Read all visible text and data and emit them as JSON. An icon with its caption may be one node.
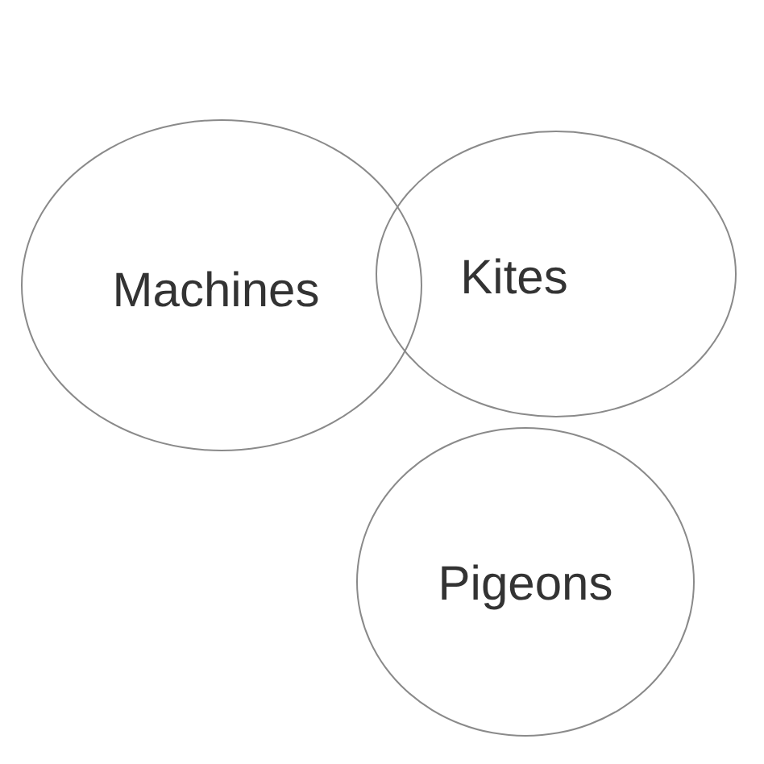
{
  "diagram": {
    "nodes": [
      {
        "text": [
          "Machines"
        ]
      },
      {
        "text": [
          "Kites"
        ]
      },
      {
        "text": [
          "Pigeons"
        ]
      }
    ]
  }
}
